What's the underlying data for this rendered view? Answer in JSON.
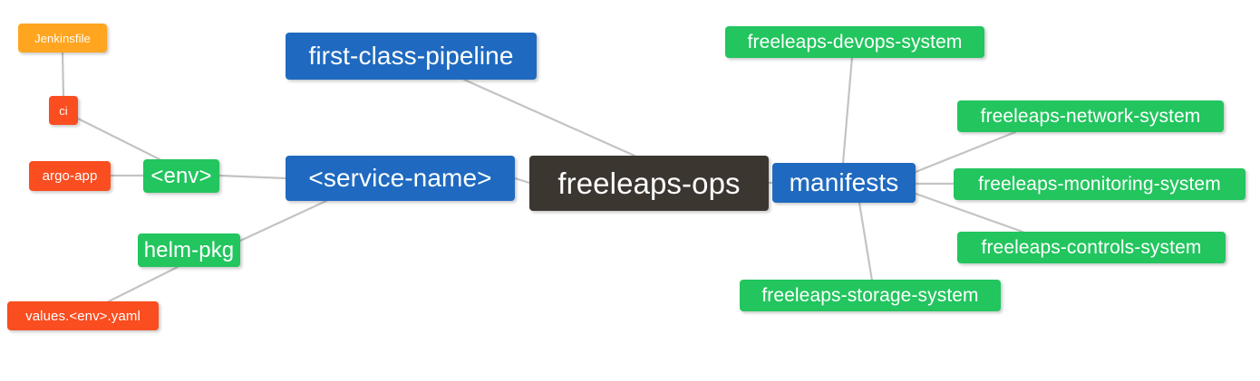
{
  "diagram": {
    "title": "freeleaps-ops repository mindmap",
    "type": "mindmap",
    "background": "#ffffff",
    "palette": {
      "root_dark": "#3c3631",
      "blue": "#1f6ac0",
      "green": "#22c55e",
      "orange": "#ffa51f",
      "red": "#fa4d20",
      "edge": "#c3c3c3"
    }
  },
  "nodes": {
    "root": {
      "label": "freeleaps-ops",
      "color": "#3c3631"
    },
    "service_name": {
      "label": "<service-name>",
      "color": "#1f6ac0"
    },
    "first_class_pipeline": {
      "label": "first-class-pipeline",
      "color": "#1f6ac0"
    },
    "manifests": {
      "label": "manifests",
      "color": "#1f6ac0"
    },
    "env": {
      "label": "<env>",
      "color": "#22c55e"
    },
    "helm_pkg": {
      "label": "helm-pkg",
      "color": "#22c55e"
    },
    "jenkinsfile": {
      "label": "Jenkinsfile",
      "color": "#ffa51f"
    },
    "ci": {
      "label": "ci",
      "color": "#fa4d20"
    },
    "argo_app": {
      "label": "argo-app",
      "color": "#fa4d20"
    },
    "values_yaml": {
      "label": "values.<env>.yaml",
      "color": "#fa4d20"
    },
    "devops_system": {
      "label": "freeleaps-devops-system",
      "color": "#22c55e"
    },
    "network_system": {
      "label": "freeleaps-network-system",
      "color": "#22c55e"
    },
    "monitoring_system": {
      "label": "freeleaps-monitoring-system",
      "color": "#22c55e"
    },
    "controls_system": {
      "label": "freeleaps-controls-system",
      "color": "#22c55e"
    },
    "storage_system": {
      "label": "freeleaps-storage-system",
      "color": "#22c55e"
    }
  },
  "edges": [
    {
      "from": "root",
      "to": "service_name"
    },
    {
      "from": "root",
      "to": "manifests"
    },
    {
      "from": "root",
      "to": "first_class_pipeline"
    },
    {
      "from": "service_name",
      "to": "env"
    },
    {
      "from": "service_name",
      "to": "helm_pkg"
    },
    {
      "from": "env",
      "to": "ci"
    },
    {
      "from": "env",
      "to": "argo_app"
    },
    {
      "from": "ci",
      "to": "jenkinsfile"
    },
    {
      "from": "helm_pkg",
      "to": "values_yaml"
    },
    {
      "from": "manifests",
      "to": "devops_system"
    },
    {
      "from": "manifests",
      "to": "network_system"
    },
    {
      "from": "manifests",
      "to": "monitoring_system"
    },
    {
      "from": "manifests",
      "to": "controls_system"
    },
    {
      "from": "manifests",
      "to": "storage_system"
    }
  ]
}
